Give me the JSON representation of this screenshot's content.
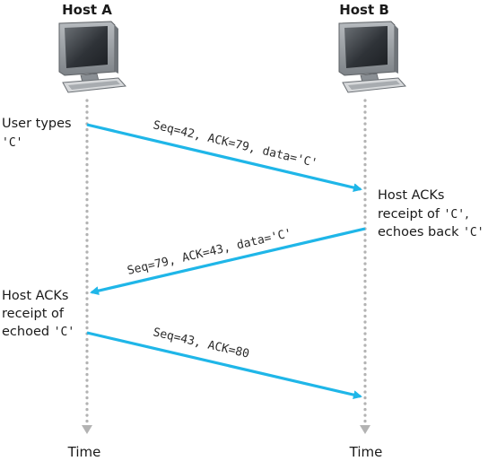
{
  "hosts": {
    "a": {
      "title": "Host A",
      "time_label": "Time"
    },
    "b": {
      "title": "Host B",
      "time_label": "Time"
    }
  },
  "annotations": {
    "a_user_types": {
      "line1": "User types",
      "line2_code": "'C'"
    },
    "b_ack_echo": {
      "line1": "Host ACKs",
      "line2_text": "receipt of ",
      "line2_code": "'C'",
      "line2_tail": ",",
      "line3_text": "echoes back ",
      "line3_code": "'C'"
    },
    "a_ack_echoed": {
      "line1": "Host ACKs",
      "line2": "receipt of",
      "line3_text": "echoed ",
      "line3_code": "'C'"
    }
  },
  "messages": [
    {
      "label": "Seq=42, ACK=79, data='C'",
      "from": "Host A",
      "to": "Host B"
    },
    {
      "label": "Seq=79, ACK=43, data='C'",
      "from": "Host B",
      "to": "Host A"
    },
    {
      "label": "Seq=43, ACK=80",
      "from": "Host A",
      "to": "Host B"
    }
  ],
  "colors": {
    "arrow": "#1fb6e8",
    "timeline": "#b3b3b3",
    "text": "#1a1a1a",
    "monitor_body": "#8c9196",
    "monitor_screen": "#3b3f44"
  },
  "icons": [
    "computer-icon"
  ]
}
